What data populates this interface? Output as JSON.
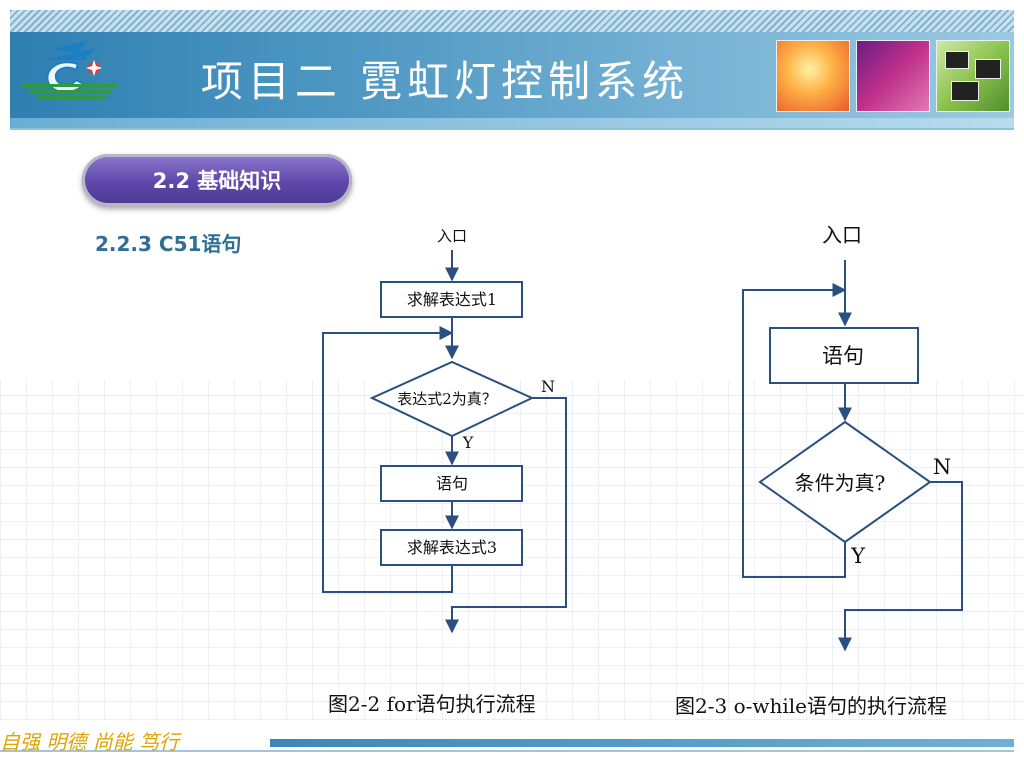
{
  "header": {
    "title": "项目二 霓虹灯控制系统"
  },
  "section": {
    "label": "2.2 基础知识"
  },
  "subtitle": "2.2.3 C51语句",
  "flow_for": {
    "entry": "入口",
    "box1": "求解表达式1",
    "diamond": "表达式2为真？",
    "no_label": "N",
    "yes_label": "Y",
    "box2": "语句",
    "box3": "求解表达式3",
    "caption": "图2-2 for语句执行流程"
  },
  "flow_dowhile": {
    "entry": "入口",
    "box1": "语句",
    "diamond": "条件为真?",
    "no_label": "N",
    "yes_label": "Y",
    "caption": "图2-3 o-while语句的执行流程"
  },
  "footer": {
    "motto": "自强 明德 尚能 笃行"
  },
  "colors": {
    "header_blue": "#2f7fb1",
    "section_purple": "#5e47a9",
    "flow_line": "#2a4f80",
    "motto_gold": "#e0a400"
  }
}
